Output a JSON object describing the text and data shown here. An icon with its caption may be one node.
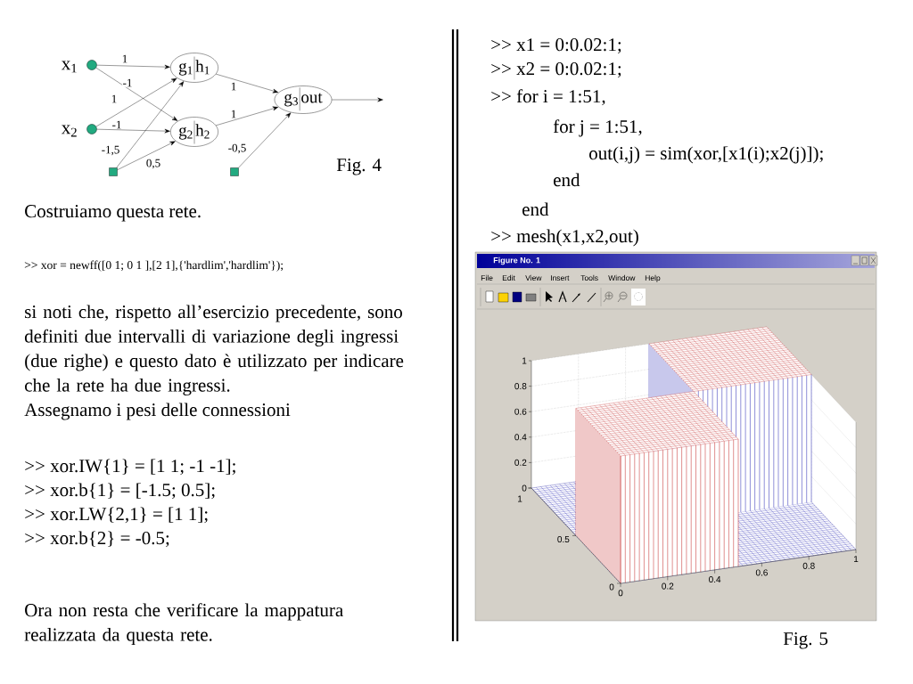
{
  "diagram": {
    "nodes": [
      {
        "text": [],
        "shape": "circle",
        "beside": [
          "x$_{1}$"
        ]
      },
      {
        "text": [],
        "shape": "circle",
        "beside": [
          "x$_{2}$"
        ]
      },
      {
        "text": [],
        "shape": "box"
      },
      {
        "text": [],
        "shape": "box"
      },
      {
        "text": [
          "g$_{1}$",
          "h$_{1}$"
        ]
      },
      {
        "text": [
          "g$_{2}$",
          "h$_{2}$"
        ]
      },
      {
        "text": [
          "g$_{3}$",
          "out"
        ]
      }
    ],
    "edges": [
      {
        "from": 0,
        "to": 4,
        "arrow": "to",
        "label": "1"
      },
      {
        "from": 0,
        "to": 5,
        "arrow": "to",
        "label": "-1"
      },
      {
        "from": 1,
        "to": 4,
        "arrow": "to",
        "label": "1"
      },
      {
        "from": 1,
        "to": 5,
        "arrow": "to",
        "label": "-1"
      },
      {
        "from": 2,
        "to": 4,
        "arrow": "to",
        "label": "-1,5"
      },
      {
        "from": 2,
        "to": 5,
        "arrow": "to",
        "label": "0,5"
      },
      {
        "from": 4,
        "to": 6,
        "arrow": "to",
        "label": "1"
      },
      {
        "from": 5,
        "to": 6,
        "arrow": "to",
        "label": "1"
      },
      {
        "from": 3,
        "to": 6,
        "arrow": "to",
        "label": "-0,5"
      },
      {
        "from": 6,
        "to": null,
        "arrow": "to"
      }
    ],
    "labels": [
      "Fig. 4",
      "Costruiamo questa rete.",
      ">> xor = newff([0 1; 0 1 ],[2 1],{'hardlim','hardlim'});",
      "si noti che, rispetto all’esercizio precedente, sono definiti due intervalli di variazione degli ingressi (due righe) e questo dato è utilizzato per indicare che la rete ha due ingressi.",
      "Assegnamo i pesi delle connessioni",
      ">> xor.IW{1} = [1 1; -1 -1];",
      ">> xor.b{1} = [-1.5; 0.5];",
      ">> xor.LW{2,1} = [1 1];",
      ">> xor.b{2} = -0.5;",
      "Ora non resta che verificare la mappatura realizzata da questa rete.",
      ">> x1 = 0:0.02:1;",
      ">> x2 = 0:0.02:1;",
      ">> for i = 1:51,",
      "for j = 1:51,",
      "out(i,j) = sim(xor,[x1(i);x2(j)]);",
      "end",
      "end",
      ">> mesh(x1,x2,out)",
      "Figure No. 1",
      "File",
      "Edit",
      "View",
      "Insert",
      "Tools",
      "Window",
      "Help",
      "1",
      "0.8",
      "0.6",
      "0.4",
      "0.2",
      "0",
      "1",
      "0.5",
      "0",
      "0",
      "0.2",
      "0.4",
      "0.6",
      "0.8",
      "1",
      "Fig. 5"
    ]
  }
}
